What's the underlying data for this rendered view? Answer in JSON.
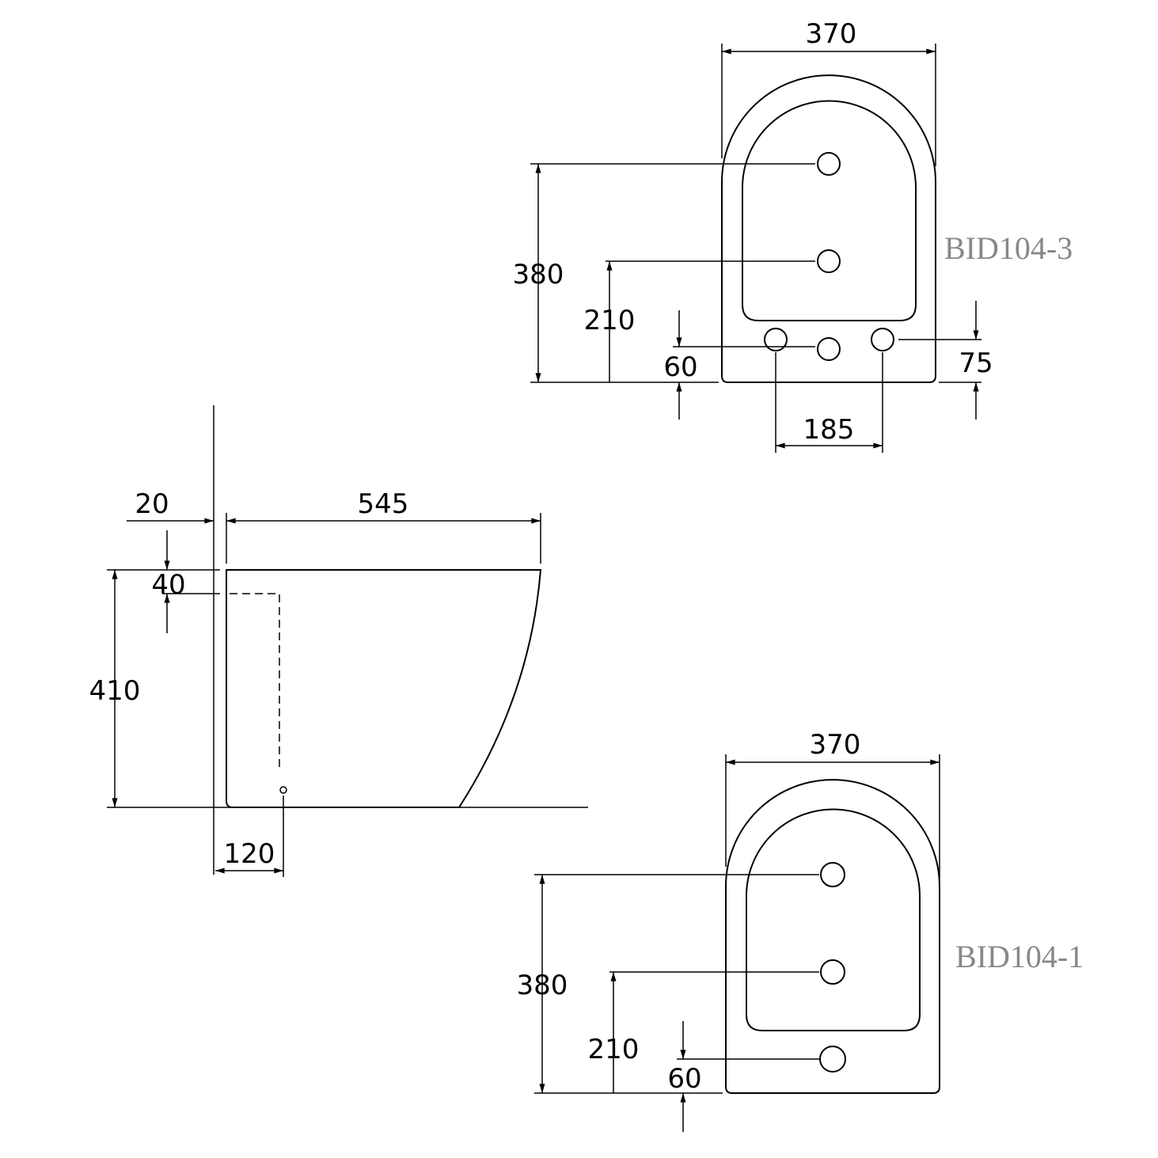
{
  "top_view_1": {
    "model": "BID104-3",
    "width": "370",
    "height_dim": "380",
    "mid_dim": "210",
    "low_dim": "60",
    "side_hole_dim": "75",
    "hole_spacing": "185"
  },
  "top_view_2": {
    "model": "BID104-1",
    "width": "370",
    "height_dim": "380",
    "mid_dim": "210",
    "low_dim": "60"
  },
  "side_view": {
    "wall_gap": "20",
    "length": "545",
    "inlet_depth": "40",
    "height": "410",
    "outlet_distance": "120"
  }
}
